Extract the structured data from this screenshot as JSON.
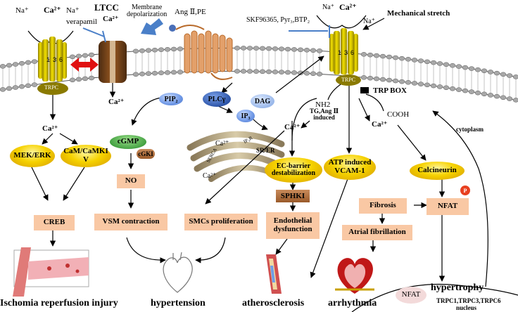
{
  "ions": {
    "left_na1": "Na⁺",
    "left_ca": "Ca²⁺",
    "left_na2": "Na⁺",
    "right_na1": "Na⁺",
    "right_ca": "Ca²⁺",
    "right_na2": "Na⁺"
  },
  "labels": {
    "verapamil": "verapamil",
    "ltcc": "LTCC",
    "ltcc_ca": "Ca²⁺",
    "membrane_depolarization": "Membrane\ndepolarization",
    "ang_pe": "Ang Ⅱ,PE",
    "skf": "SKF96365, Pyr₃,BTP₂",
    "mechanical_stretch": "Mechanical stretch",
    "trpc_left": "TRPC",
    "trpc_right": "TRPC",
    "trp_box": "TRP BOX",
    "nh2": "NH2",
    "cooh": "COOH",
    "tg_ang": "TG,Ang Ⅱ\ninduced",
    "cytoplasm": "cytoplasm",
    "ca_left": "Ca²⁺",
    "ca_ltcc_below": "Ca²⁺",
    "ca_mid": "Ca²⁺",
    "ca_right": "Ca²⁺",
    "ca_sr1": "Ca²⁺",
    "ca_sr2": "Ca²⁺",
    "sr_er": "SR/ER",
    "serca": "SERCA",
    "ip3r": "IP₃R",
    "p_badge": "P",
    "nucleus_genes": "TRPC1,TRPC3,TRPC6",
    "nucleus": "nucleus"
  },
  "blue_nodes": {
    "pip2": "PIP₂",
    "plcy": "PLCγ",
    "ip3": "IP₃",
    "dag": "DAG"
  },
  "pills": {
    "mek_erk": "MEK/ERK",
    "camk": "CaM/CaMKI V",
    "cgmp": "cGMP",
    "ec_barrier": "EC-barrier\ndestabilization",
    "atp_vcam": "ATP induced\nVCAM-1",
    "calcineurin": "Calcineurin"
  },
  "boxes": {
    "creb": "CREB",
    "no": "NO",
    "vsm": "VSM contraction",
    "smcs": "SMCs proliferation",
    "endothelial": "Endothelial\ndysfunction",
    "fibrosis": "Fibrosis",
    "nfat": "NFAT",
    "atrial": "Atrial fibrillation",
    "nfat_nucleus": "NFAT"
  },
  "brown_boxes": {
    "cgki": "cGKI",
    "sphki": "SPHKI"
  },
  "outcomes": {
    "ischemia": "Ischomia reperfusion injury",
    "hypertension": "hypertension",
    "atherosclerosis": "atherosclerosis",
    "arrhythmia": "arrhythmia",
    "hypertrophy": "hypertrophy"
  },
  "colors": {
    "membrane_head": "#a8a8a8",
    "channel_yellow": "#e8d200",
    "ltcc_brown": "#7a4a1e",
    "receptor_orange": "#d9884a",
    "pink_box": "#f9c8a4",
    "arrow_red": "#e01010",
    "inhibitor_blue": "#4a7fc8"
  }
}
